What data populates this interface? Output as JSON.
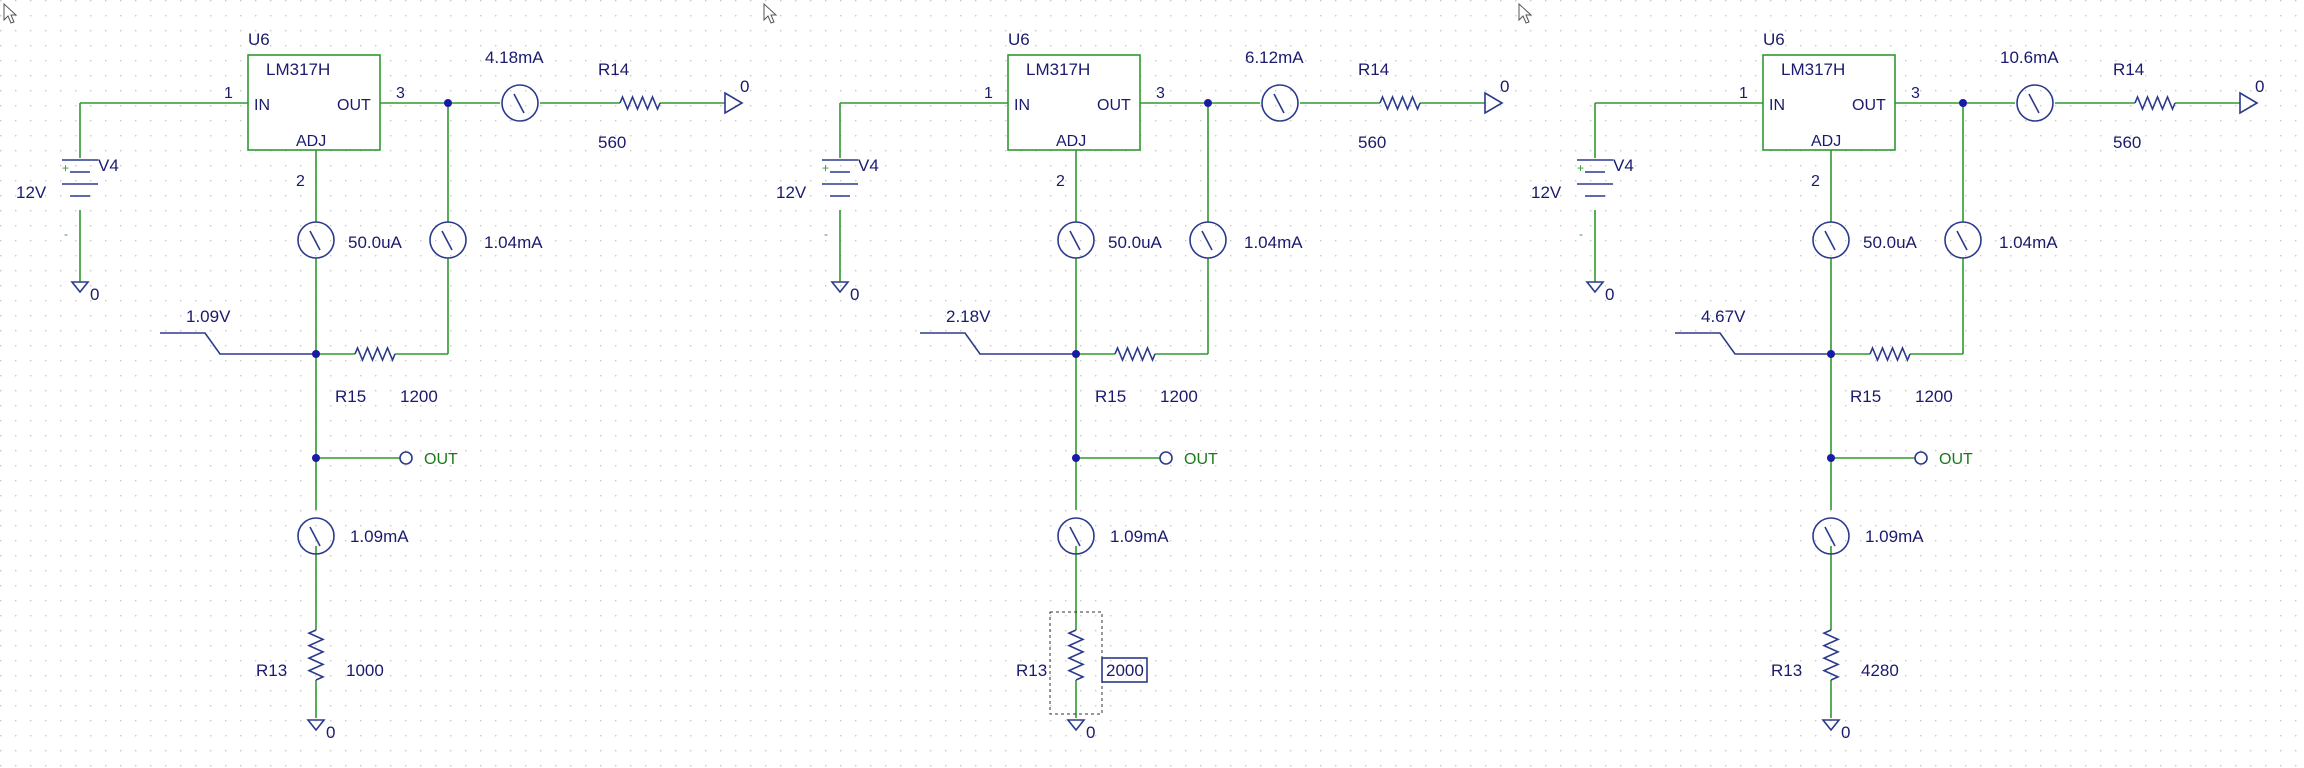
{
  "colors": {
    "wire": "#2e9a2e",
    "component": "#2c3a8c",
    "junction": "#1a1aa8",
    "text": "#1a1a6e"
  },
  "panels": [
    {
      "regulator": {
        "ref": "U6",
        "part": "LM317H",
        "pin_in": "IN",
        "pin_out": "OUT",
        "pin_adj": "ADJ",
        "pin1": "1",
        "pin2": "2",
        "pin3": "3"
      },
      "source": {
        "ref": "V4",
        "value": "12V",
        "plus": "+",
        "minus": "-"
      },
      "r14": {
        "ref": "R14",
        "value": "560"
      },
      "r15": {
        "ref": "R15",
        "value": "1200"
      },
      "r13": {
        "ref": "R13",
        "value": "1000"
      },
      "meter_load": "4.18mA",
      "meter_adj": "50.0uA",
      "meter_out_r15": "1.04mA",
      "meter_r13": "1.09mA",
      "voltage_marker": "1.09V",
      "port_label": "OUT",
      "ground_label": "0",
      "selected_r13": false
    },
    {
      "regulator": {
        "ref": "U6",
        "part": "LM317H",
        "pin_in": "IN",
        "pin_out": "OUT",
        "pin_adj": "ADJ",
        "pin1": "1",
        "pin2": "2",
        "pin3": "3"
      },
      "source": {
        "ref": "V4",
        "value": "12V",
        "plus": "+",
        "minus": "-"
      },
      "r14": {
        "ref": "R14",
        "value": "560"
      },
      "r15": {
        "ref": "R15",
        "value": "1200"
      },
      "r13": {
        "ref": "R13",
        "value": "2000"
      },
      "meter_load": "6.12mA",
      "meter_adj": "50.0uA",
      "meter_out_r15": "1.04mA",
      "meter_r13": "1.09mA",
      "voltage_marker": "2.18V",
      "port_label": "OUT",
      "ground_label": "0",
      "selected_r13": true
    },
    {
      "regulator": {
        "ref": "U6",
        "part": "LM317H",
        "pin_in": "IN",
        "pin_out": "OUT",
        "pin_adj": "ADJ",
        "pin1": "1",
        "pin2": "2",
        "pin3": "3"
      },
      "source": {
        "ref": "V4",
        "value": "12V",
        "plus": "+",
        "minus": "-"
      },
      "r14": {
        "ref": "R14",
        "value": "560"
      },
      "r15": {
        "ref": "R15",
        "value": "1200"
      },
      "r13": {
        "ref": "R13",
        "value": "4280"
      },
      "meter_load": "10.6mA",
      "meter_adj": "50.0uA",
      "meter_out_r15": "1.04mA",
      "meter_r13": "1.09mA",
      "voltage_marker": "4.67V",
      "port_label": "OUT",
      "ground_label": "0",
      "selected_r13": false
    }
  ]
}
